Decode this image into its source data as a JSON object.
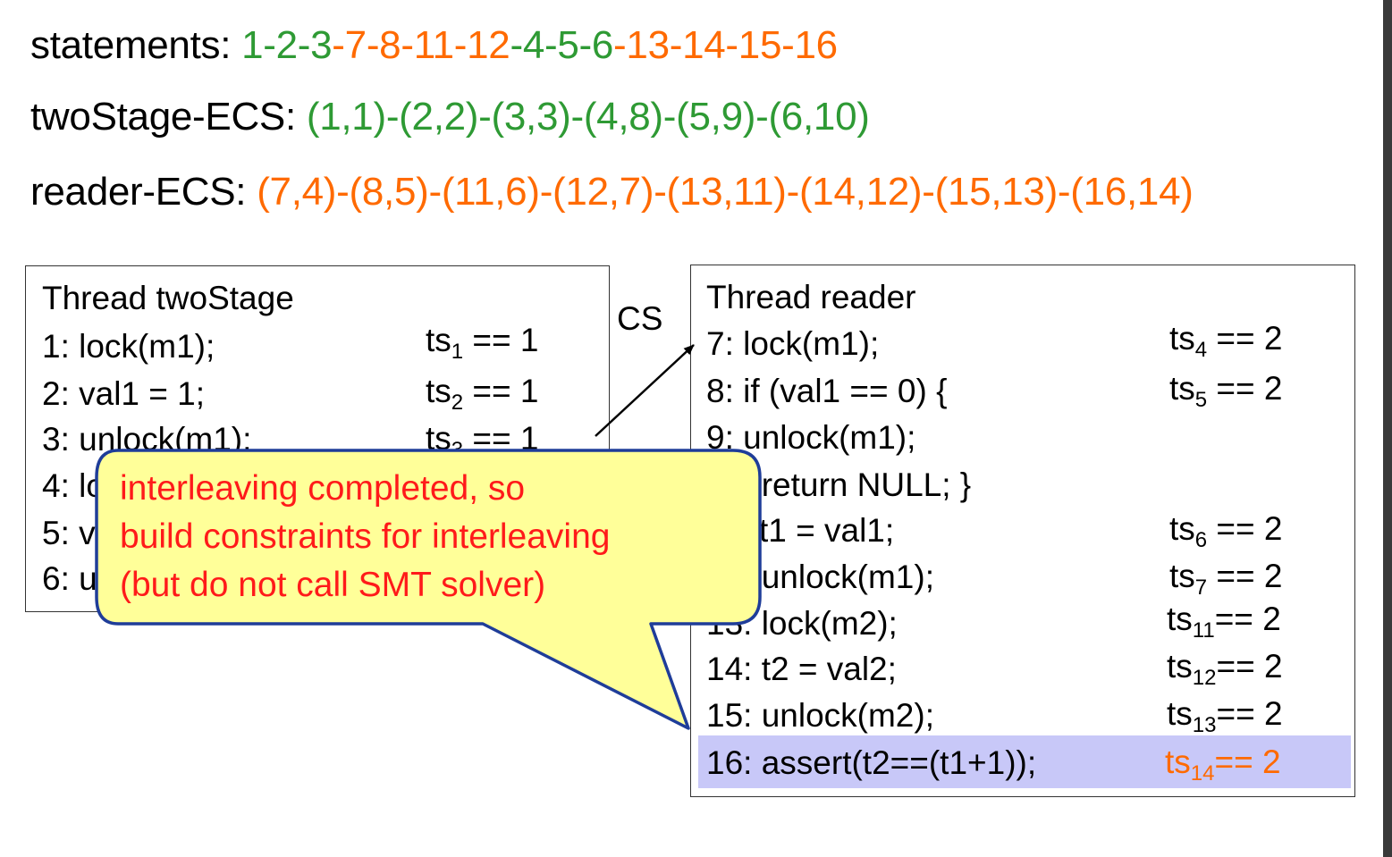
{
  "header": {
    "statements_label": "statements:",
    "stmt_green": "1-2-3",
    "stmt_orange1": "-7-8-11-12",
    "stmt_green2": "-4-5-6",
    "stmt_orange2": "-13-14-15-16",
    "twostage_label": "twoStage-ECS:",
    "twostage_value": "(1,1)-(2,2)-(3,3)-(4,8)-(5,9)-(6,10)",
    "reader_label": "reader-ECS:",
    "reader_value": "(7,4)-(8,5)-(11,6)-(12,7)-(13,11)-(14,12)-(15,13)-(16,14)"
  },
  "twostage": {
    "title": "Thread twoStage",
    "lines": [
      "1: lock(m1);",
      "2: val1 = 1;",
      "3: unlock(m1);",
      "4: lock(m1);",
      "5: val1 = 2;",
      "6: unlock(m1);"
    ],
    "ts": [
      {
        "base": "ts",
        "sub": "1",
        "rest": " == 1"
      },
      {
        "base": "ts",
        "sub": "2",
        "rest": " == 1"
      },
      {
        "base": "ts",
        "sub": "3",
        "rest": " == 1"
      }
    ]
  },
  "cs_label": "CS",
  "reader": {
    "title": "Thread reader",
    "lines": [
      "7:  lock(m1);",
      "8:  if (val1 == 0) {",
      "9:    unlock(m1);",
      "10:   return NULL; }",
      "11: t1 = val1;",
      "12: unlock(m1);",
      "13: lock(m2);",
      "14: t2 = val2;",
      "15: unlock(m2);",
      "16: assert(t2==(t1+1));"
    ],
    "ts": [
      {
        "base": "ts",
        "sub": "4",
        "rest": " == 2"
      },
      {
        "base": "ts",
        "sub": "5",
        "rest": " == 2"
      },
      {
        "base": "ts",
        "sub": "6",
        "rest": " == 2"
      },
      {
        "base": "ts",
        "sub": "7",
        "rest": " == 2"
      },
      {
        "base": "ts",
        "sub": "11",
        "rest": "== 2"
      },
      {
        "base": "ts",
        "sub": "12",
        "rest": "== 2"
      },
      {
        "base": "ts",
        "sub": "13",
        "rest": "== 2"
      },
      {
        "base": "ts",
        "sub": "14",
        "rest": "== 2"
      }
    ]
  },
  "callout": {
    "lines": [
      "interleaving completed, so",
      "build constraints for interleaving",
      "(but do not call SMT solver)"
    ],
    "fill": "#ffff99",
    "stroke": "#1f3d99"
  },
  "colors": {
    "green": "#2e9a34",
    "orange": "#ff6a00",
    "red": "#ff1a1a",
    "highlight": "#c8c8f8"
  }
}
